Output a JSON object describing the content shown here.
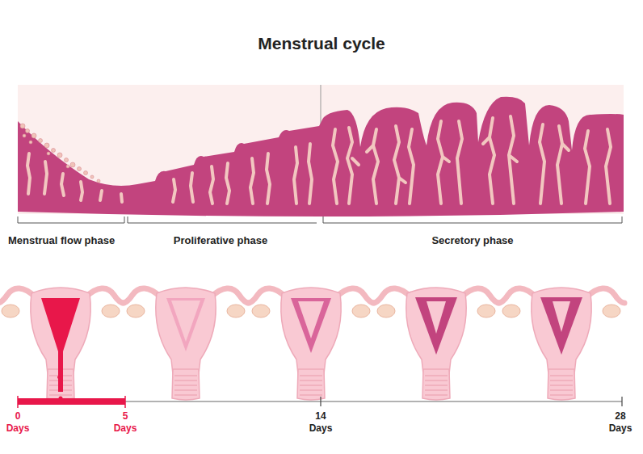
{
  "diagram": {
    "title": "Menstrual cycle",
    "labels": [
      "Menstrual flow phase",
      "Proliferative phase",
      "Secretory phase",
      "0 Days",
      "5 Days",
      "14 Days",
      "28 Days"
    ]
  }
}
